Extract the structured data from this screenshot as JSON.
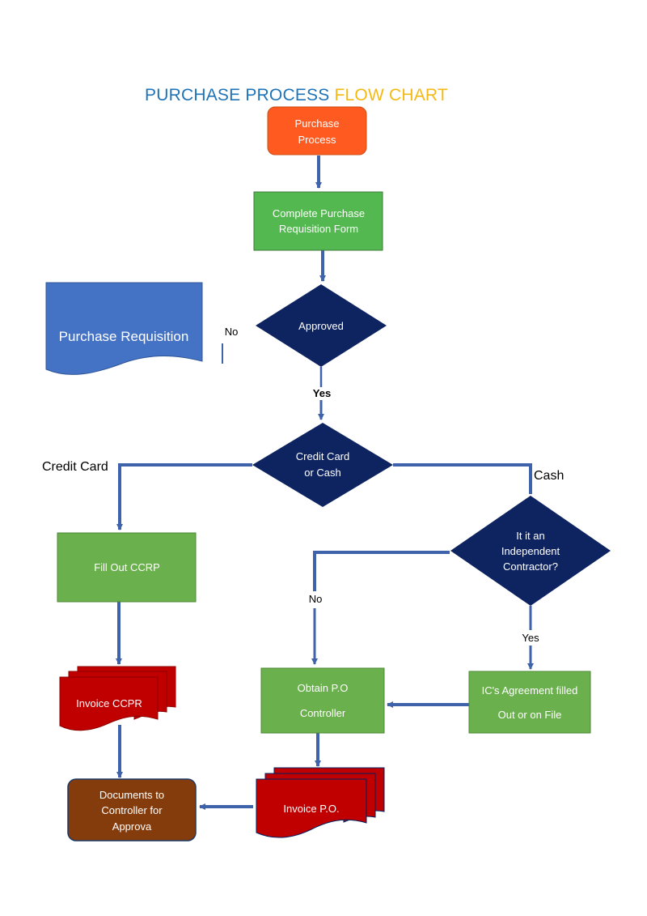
{
  "title": {
    "part1": "PURCHASE PROCESS",
    "part2": "FLOW CHART"
  },
  "nodes": {
    "start": [
      "Purchase",
      "Process"
    ],
    "complete_form": [
      "Complete Purchase",
      "Requisition Form"
    ],
    "approved": [
      "Approved"
    ],
    "purchase_requisition": [
      "Purchase Requisition"
    ],
    "credit_or_cash": [
      "Credit Card",
      "or Cash"
    ],
    "fill_ccrp": [
      "Fill Out CCRP"
    ],
    "independent_contractor": [
      "It it an",
      "Independent",
      "Contractor?"
    ],
    "invoice_ccpr": [
      "Invoice CCPR"
    ],
    "obtain_po": [
      "Obtain P.O",
      "Controller"
    ],
    "ic_agreement": [
      "IC's Agreement filled",
      "Out or on File"
    ],
    "documents_controller": [
      "Documents to",
      "Controller for",
      "Approva"
    ],
    "invoice_po": [
      "Invoice P.O."
    ]
  },
  "labels": {
    "no_approved": "No",
    "yes_approved": "Yes",
    "credit_card": "Credit Card",
    "cash": "Cash",
    "no_contractor": "No",
    "yes_contractor": "Yes"
  },
  "colors": {
    "title_blue": "#1f73b7",
    "title_yellow": "#f5b915",
    "orange": "#ff5a1f",
    "green": "#52b84f",
    "green_light": "#6ab04c",
    "navy": "#0e2461",
    "blue": "#4472c4",
    "red": "#c00000",
    "brown": "#843c0c",
    "arrow": "#3e63ab"
  }
}
